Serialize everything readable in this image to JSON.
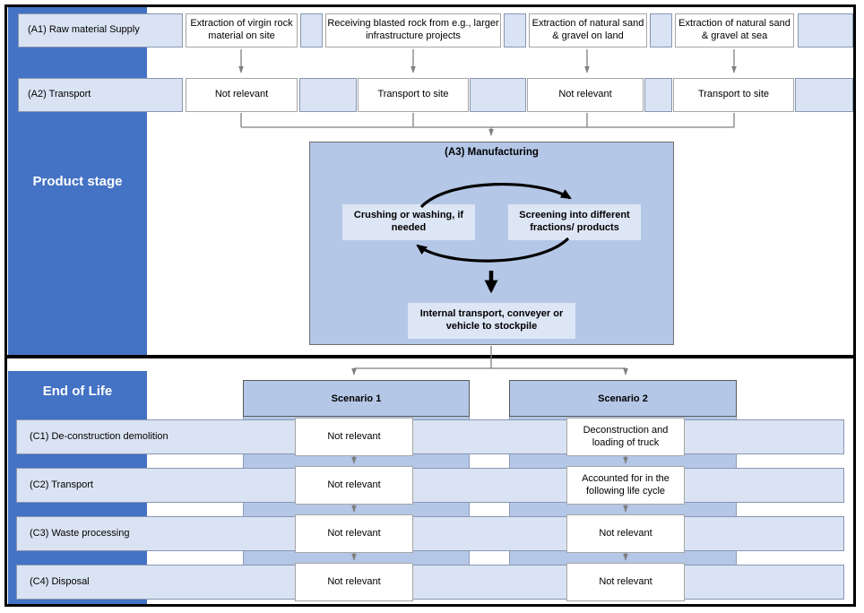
{
  "diagram": {
    "product_stage": {
      "title": "Product stage",
      "rows": [
        {
          "label": "(A1) Raw material Supply",
          "cells": [
            "Extraction of virgin rock material on site",
            "Receiving blasted rock from e.g., larger infrastructure projects",
            "Extraction of natural sand & gravel on land",
            "Extraction of natural sand & gravel at sea"
          ]
        },
        {
          "label": "(A2) Transport",
          "cells": [
            "Not relevant",
            "Transport to site",
            "Not relevant",
            "Transport to site"
          ]
        }
      ],
      "manufacturing": {
        "title": "(A3) Manufacturing",
        "crushing": "Crushing or washing, if needed",
        "screening": "Screening into different fractions/ products",
        "internal_transport": "Internal transport, conveyer or vehicle to stockpile"
      }
    },
    "end_of_life": {
      "title": "End of Life",
      "scenarios": [
        "Scenario 1",
        "Scenario 2"
      ],
      "rows": [
        {
          "label": "(C1) De-construction demolition",
          "scenario1": "Not relevant",
          "scenario2": "Deconstruction and loading of truck"
        },
        {
          "label": "(C2) Transport",
          "scenario1": "Not relevant",
          "scenario2": "Accounted for in the following life cycle"
        },
        {
          "label": "(C3) Waste processing",
          "scenario1": "Not relevant",
          "scenario2": "Not relevant"
        },
        {
          "label": "(C4) Disposal",
          "scenario1": "Not relevant",
          "scenario2": "Not relevant"
        }
      ]
    },
    "colors": {
      "dark_blue": "#4472C4",
      "medium_blue": "#B4C7E7",
      "light_blue": "#DAE3F3",
      "box_white": "#FFFFFF",
      "connector_gray": "#7F7F7F",
      "border_black": "#000000"
    }
  }
}
